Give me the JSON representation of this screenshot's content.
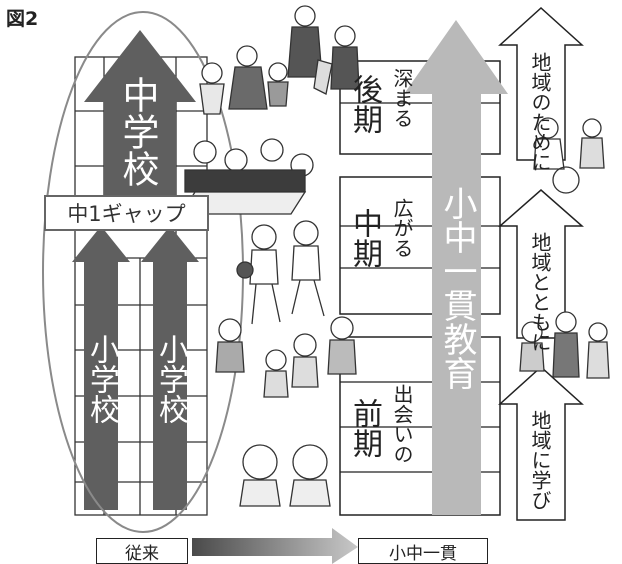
{
  "figure_label": "図2",
  "conventional": {
    "middle_school": "中学校",
    "elementary_left": "小学校",
    "elementary_right": "小学校",
    "gap_label": "中1ギャップ",
    "bottom_label": "従来"
  },
  "integrated": {
    "stages": [
      {
        "name": "後期",
        "note": "深まる"
      },
      {
        "name": "中期",
        "note": "広がる"
      },
      {
        "name": "前期",
        "note": "出会いの"
      }
    ],
    "main_arrow": "小中一貫教育",
    "bottom_label": "小中一貫"
  },
  "community": [
    {
      "label": "地域のために"
    },
    {
      "label": "地域とともに"
    },
    {
      "label": "地域に学び"
    }
  ],
  "colors": {
    "dark_arrow": "#5f5f5f",
    "light_arrow": "#b9b9b9",
    "line": "#222222"
  }
}
